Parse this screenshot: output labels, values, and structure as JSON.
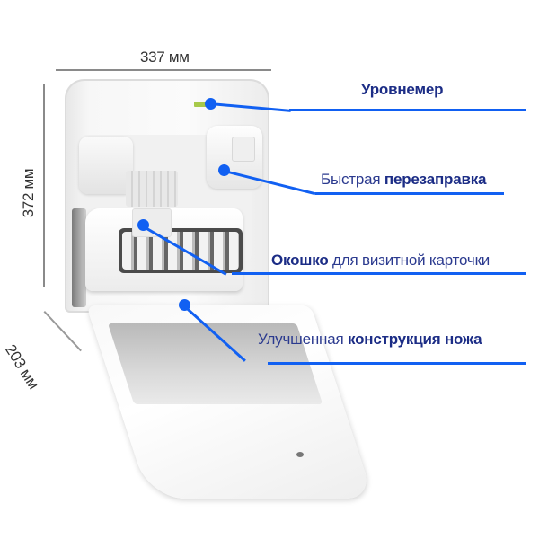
{
  "dimensions": {
    "width": "337 мм",
    "height": "372 мм",
    "depth": "203 мм"
  },
  "callouts": [
    {
      "label_regular_before": "",
      "label_bold": "Уровнемер",
      "label_regular_after": ""
    },
    {
      "label_regular_before": "Быстрая ",
      "label_bold": "перезаправка",
      "label_regular_after": ""
    },
    {
      "label_regular_before": "",
      "label_bold": "Окошко",
      "label_regular_after": " для визитной карточки"
    },
    {
      "label_regular_before": "Улучшенная ",
      "label_bold": "конструкция ножа",
      "label_regular_after": ""
    }
  ],
  "colors": {
    "accent": "#1160f2",
    "label_text": "#2b3a8f",
    "dimension_line": "#8a8a8a"
  }
}
